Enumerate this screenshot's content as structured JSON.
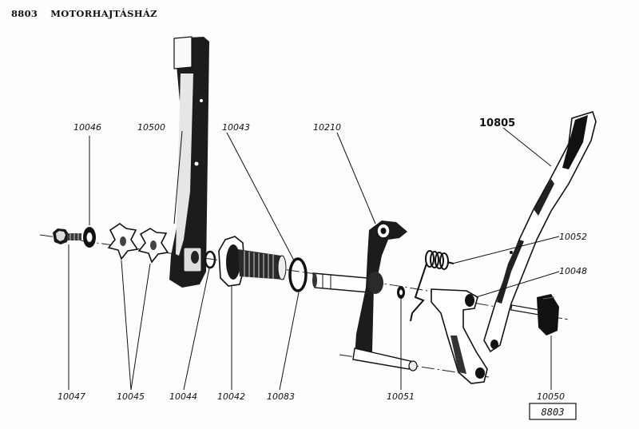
{
  "header": {
    "code": "8803",
    "title": "MOTORHAJTÁSHÁZ"
  },
  "parts": {
    "p10046": "10046",
    "p10500": "10500",
    "p10043": "10043",
    "p10210": "10210",
    "p10805": "10805",
    "p10052": "10052",
    "p10048": "10048",
    "p10047": "10047",
    "p10045": "10045",
    "p10044": "10044",
    "p10042": "10042",
    "p10083": "10083",
    "p10051": "10051",
    "p10050": "10050"
  },
  "plate": "8803"
}
